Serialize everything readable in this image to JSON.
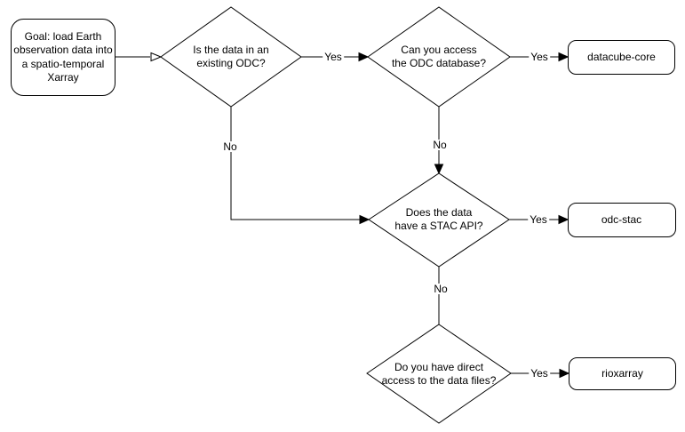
{
  "diagram": {
    "description": "Decision flowchart for loading Earth observation data",
    "nodes": {
      "start": {
        "label": "Goal: load Earth\nobservation data into\na spatio-temporal\nXarray",
        "shape": "rounded-rect",
        "role": "start"
      },
      "q_existing_odc": {
        "label": "Is the data in an\nexisting ODC?",
        "shape": "diamond",
        "role": "decision"
      },
      "q_odc_database": {
        "label": "Can you access\nthe ODC database?",
        "shape": "diamond",
        "role": "decision"
      },
      "q_stac_api": {
        "label": "Does the data\nhave a STAC API?",
        "shape": "diamond",
        "role": "decision"
      },
      "q_direct_access": {
        "label": "Do you have direct\naccess to the data files?",
        "shape": "diamond",
        "role": "decision"
      },
      "result_datacube_core": {
        "label": "datacube-core",
        "shape": "rounded-rect",
        "role": "result"
      },
      "result_odc_stac": {
        "label": "odc-stac",
        "shape": "rounded-rect",
        "role": "result"
      },
      "result_rioxarray": {
        "label": "rioxarray",
        "shape": "rounded-rect",
        "role": "result"
      }
    },
    "edges": [
      {
        "from": "start",
        "to": "q_existing_odc",
        "label": ""
      },
      {
        "from": "q_existing_odc",
        "to": "q_odc_database",
        "label": "Yes"
      },
      {
        "from": "q_existing_odc",
        "to": "q_stac_api",
        "label": "No"
      },
      {
        "from": "q_odc_database",
        "to": "result_datacube_core",
        "label": "Yes"
      },
      {
        "from": "q_odc_database",
        "to": "q_stac_api",
        "label": "No"
      },
      {
        "from": "q_stac_api",
        "to": "result_odc_stac",
        "label": "Yes"
      },
      {
        "from": "q_stac_api",
        "to": "q_direct_access",
        "label": "No"
      },
      {
        "from": "q_direct_access",
        "to": "result_rioxarray",
        "label": "Yes"
      }
    ],
    "colors": {
      "stroke": "#000000",
      "node_fill": "#ffffff",
      "text": "#000000",
      "background": "#ffffff"
    }
  }
}
